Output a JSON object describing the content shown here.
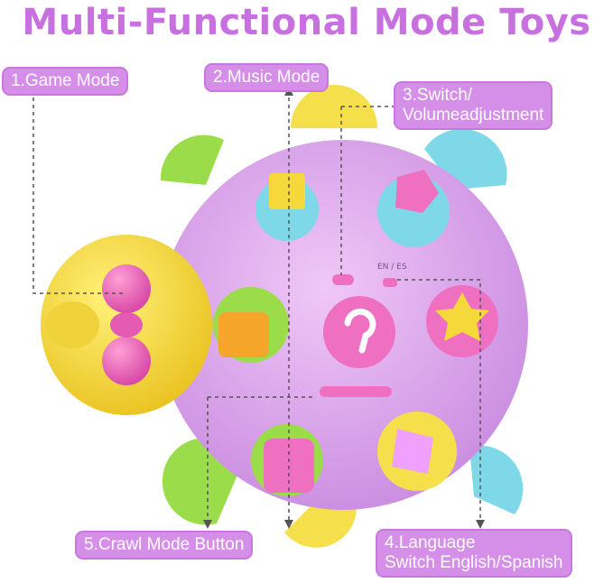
{
  "title": "Multi-Functional Mode Toys",
  "colors": {
    "title": "#c870e0",
    "label_bg": "#d68fe9",
    "shell": "#dda6ef",
    "head": "#f5d83a",
    "eyes": "#ef6fc0",
    "green_legs": "#9bdc4a",
    "blue_legs": "#7fd8e8",
    "yellow_legs": "#f5e04c"
  },
  "callouts": {
    "game_mode": "1.Game Mode",
    "music_mode": "2.Music Mode",
    "switch_line1": "3.Switch/",
    "switch_line2": "Volumeadjustment",
    "language_line1": "4.Language",
    "language_line2": "Switch English/Spanish",
    "crawl_mode": "5.Crawl Mode Button"
  },
  "toy_markings": {
    "lang": "EN / ES"
  }
}
